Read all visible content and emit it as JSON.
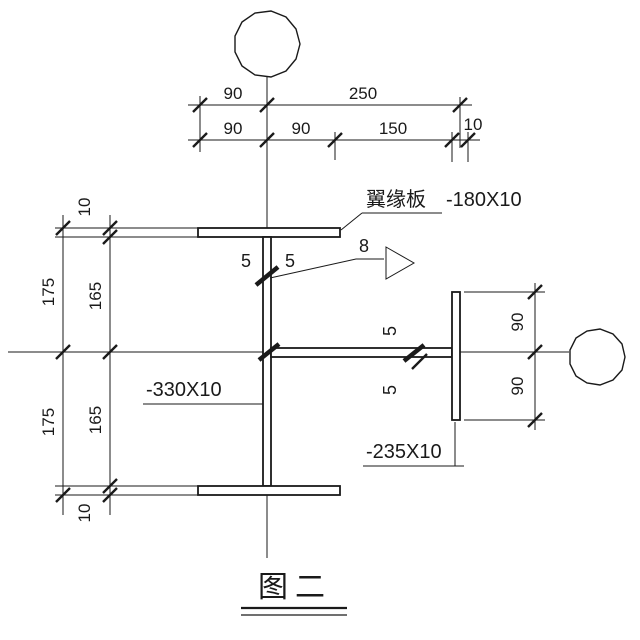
{
  "title": {
    "text": "图二"
  },
  "annotations": {
    "flange_plate_label": "翼缘板",
    "flange_plate_size": "-180X10",
    "web_plate_size": "-330X10",
    "branch_plate_size": "-235X10",
    "weld_leader": "8",
    "weld_top_left": "5",
    "weld_top_right": "5",
    "weld_side_upper": "5",
    "weld_side_lower": "5"
  },
  "dimensions": {
    "top_row1": [
      "90",
      "250"
    ],
    "top_row2": [
      "90",
      "90",
      "150",
      "10"
    ],
    "left_outer": [
      "175",
      "175"
    ],
    "left_inner": [
      "10",
      "165",
      "165",
      "10"
    ],
    "right": [
      "90",
      "90"
    ]
  },
  "colors": {
    "line": "#1a1a1a",
    "background": "#ffffff"
  }
}
